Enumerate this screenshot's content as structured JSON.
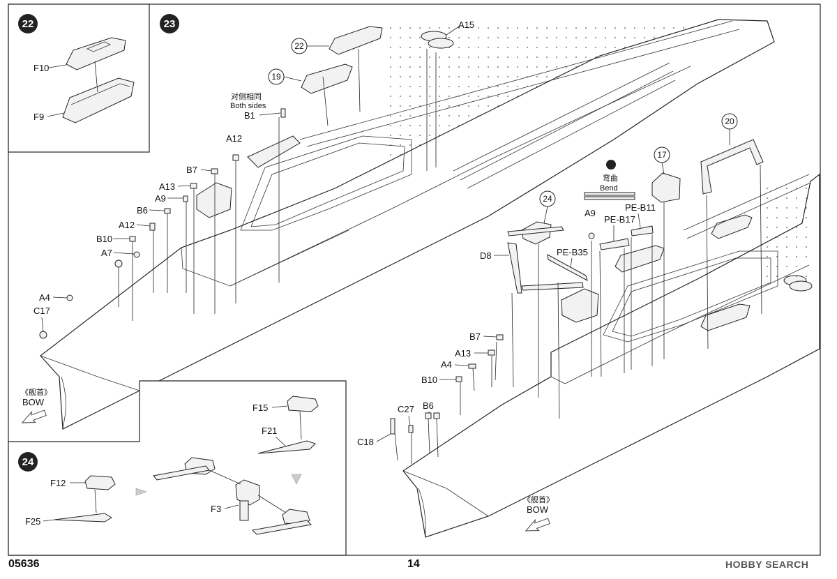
{
  "steps": {
    "s22": {
      "num": "22",
      "labels": [
        "F10",
        "F9"
      ]
    },
    "s23": {
      "num": "23"
    },
    "s24": {
      "num": "24",
      "labels": [
        "F12",
        "F25",
        "F15",
        "F21",
        "F3"
      ]
    }
  },
  "callouts": {
    "c22": "22",
    "c19": "19",
    "c20": "20",
    "c17": "17",
    "c24": "24"
  },
  "left_labels": {
    "a15": "A15",
    "b1": "B1",
    "a12a": "A12",
    "b7": "B7",
    "a13": "A13",
    "a9": "A9",
    "b6": "B6",
    "a12b": "A12",
    "b10": "B10",
    "a7": "A7",
    "a4": "A4",
    "c17": "C17"
  },
  "both_sides_cn": "对侧相同",
  "both_sides_en": "Both sides",
  "bow_cn": "《舰首》",
  "bow_en": "BOW",
  "right_labels": {
    "bend_cn": "弯曲",
    "bend_en": "Bend",
    "a9": "A9",
    "peb11": "PE-B11",
    "peb17": "PE-B17",
    "peb35": "PE-B35",
    "d8": "D8",
    "b7": "B7",
    "a13": "A13",
    "a4": "A4",
    "b10": "B10",
    "c27": "C27",
    "b6": "B6",
    "c18": "C18"
  },
  "footer": {
    "code": "05636",
    "page": "14",
    "brand": "HOBBY SEARCH"
  }
}
